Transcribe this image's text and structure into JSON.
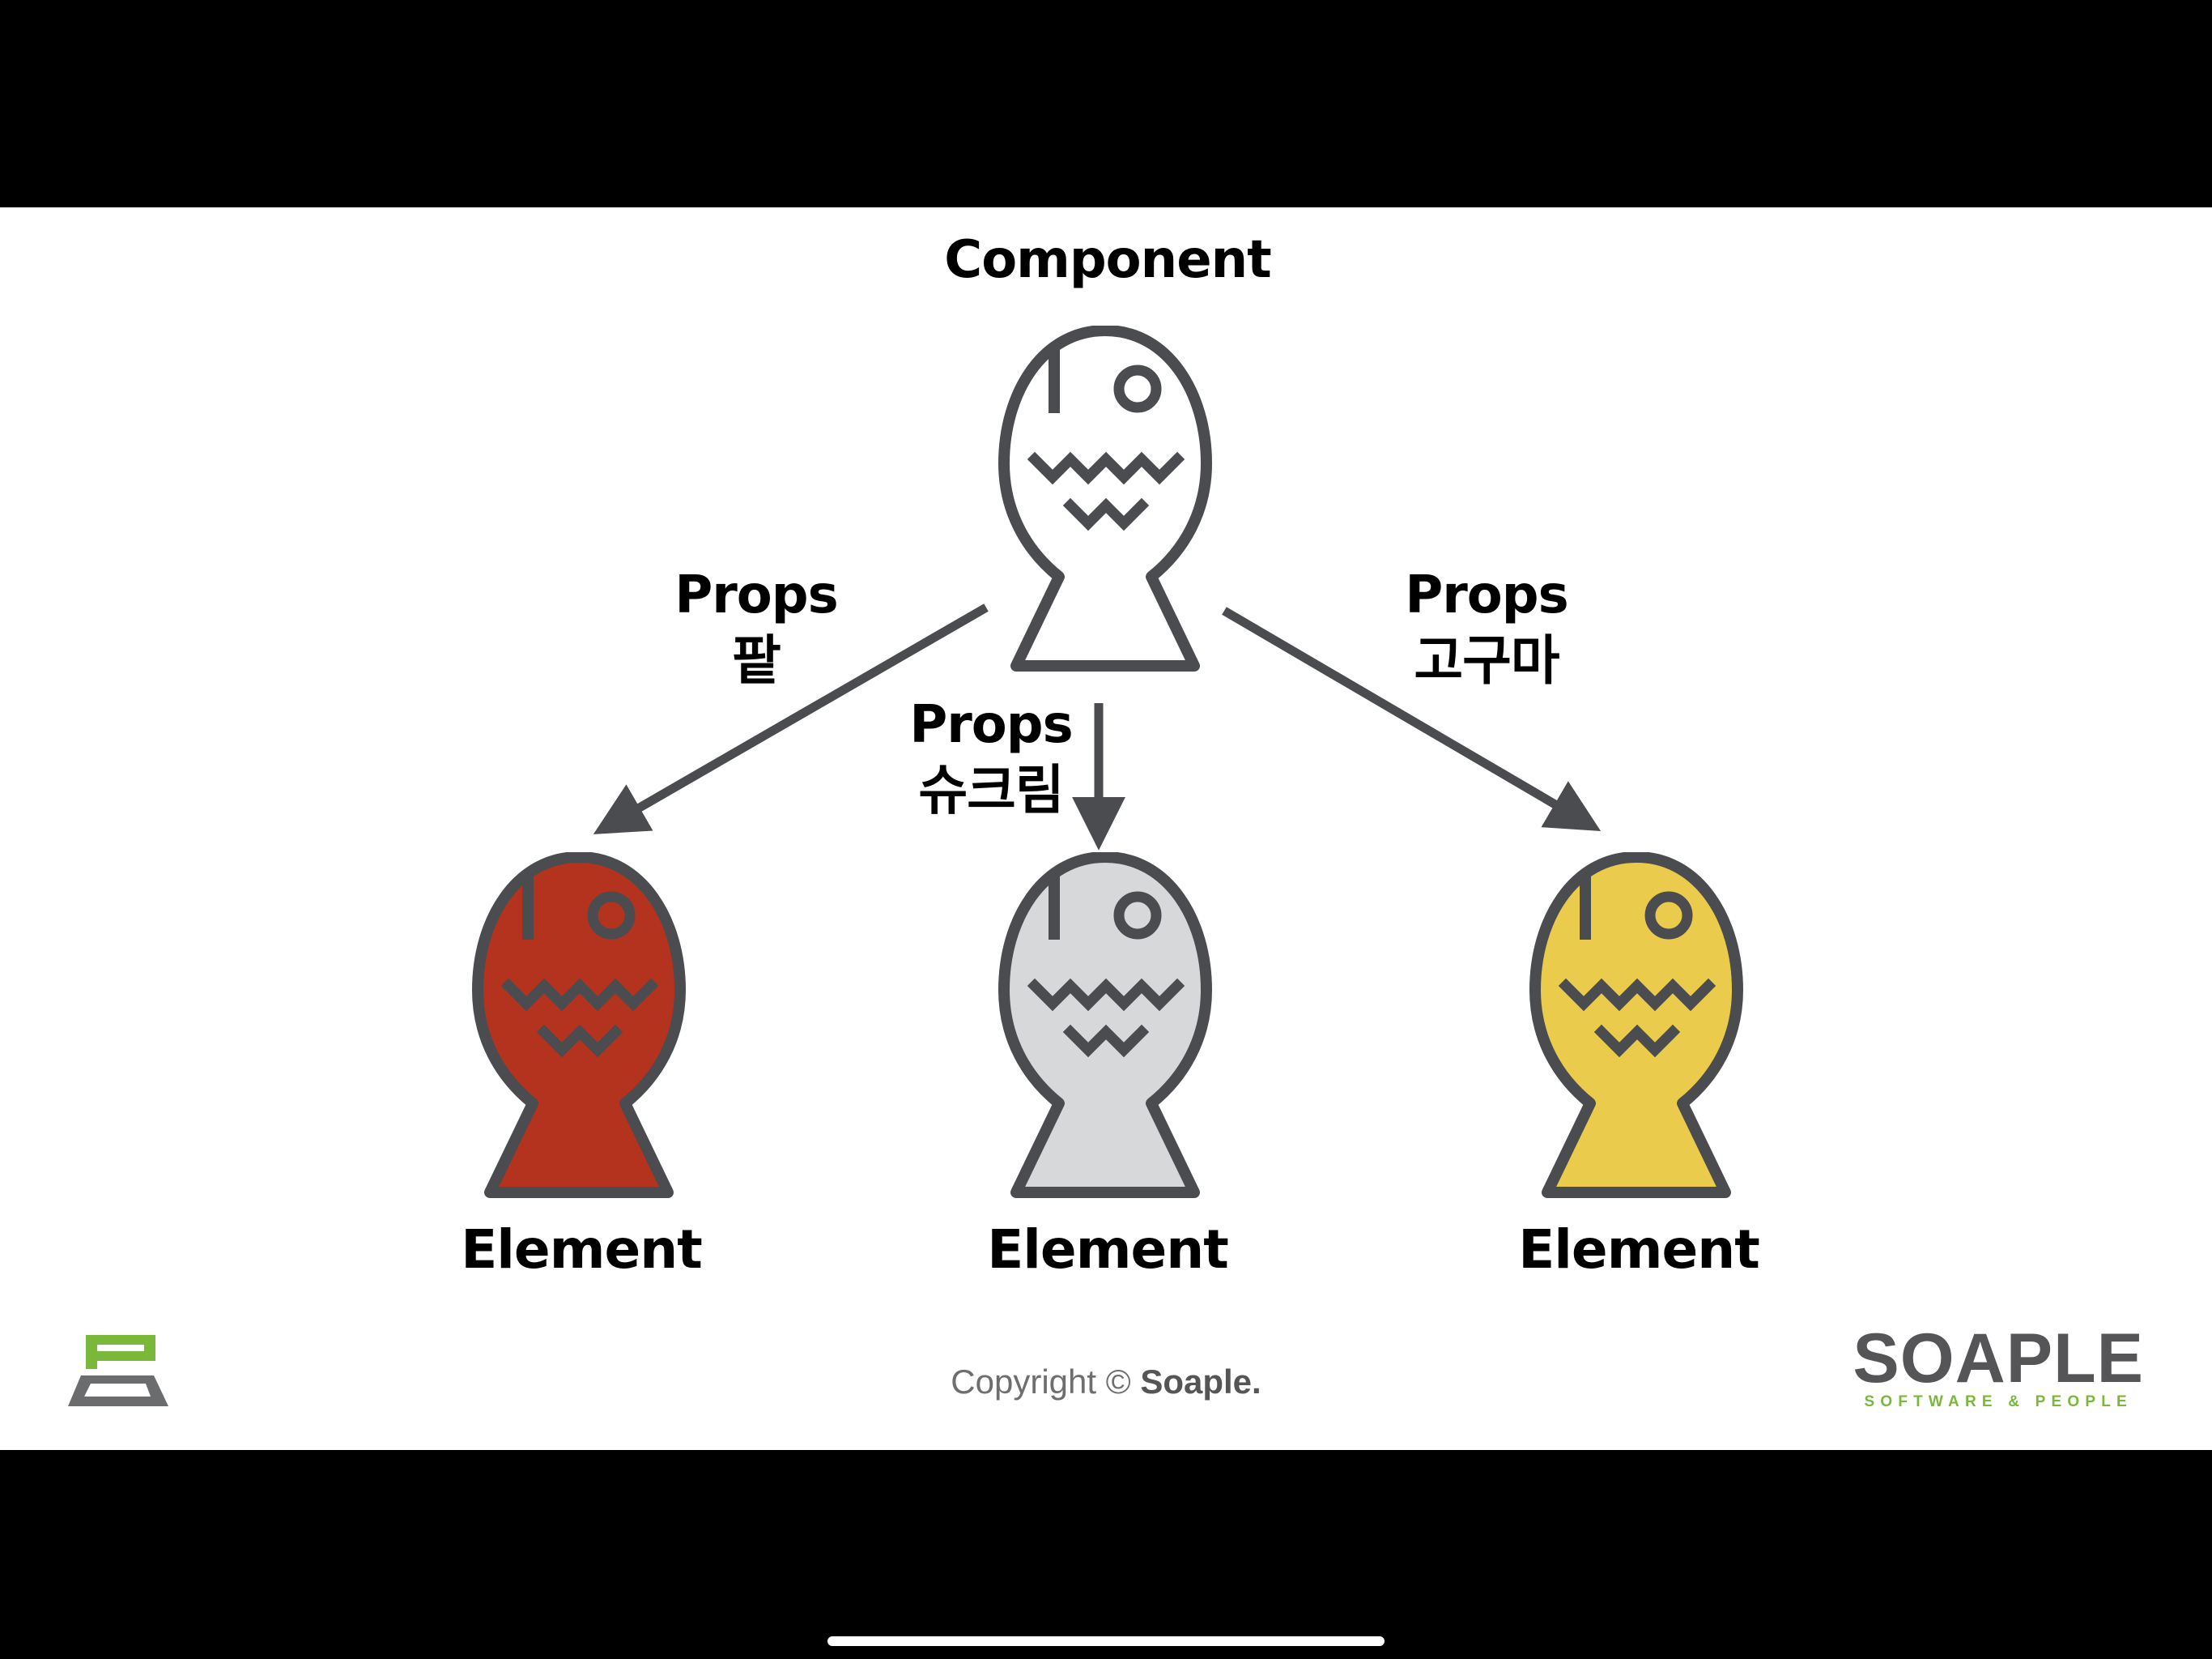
{
  "diagram": {
    "title": "Component",
    "props_left": {
      "key": "Props",
      "value": "팥"
    },
    "props_center": {
      "key": "Props",
      "value": "슈크림"
    },
    "props_right": {
      "key": "Props",
      "value": "고구마"
    },
    "element_left": "Element",
    "element_center": "Element",
    "element_right": "Element",
    "colors": {
      "outline": "#4b4c4f",
      "component_fill": "#ffffff",
      "element_left_fill": "#b3331f",
      "element_center_fill": "#d7d8da",
      "element_right_fill": "#ebcb4c"
    }
  },
  "footer": {
    "copyright_prefix": "Copyright © ",
    "copyright_brand": "Soaple.",
    "brand_name": "SOAPLE",
    "brand_tagline": "SOFTWARE & PEOPLE",
    "logo_colors": {
      "green": "#79b83a",
      "gray": "#6b6c6e"
    }
  }
}
